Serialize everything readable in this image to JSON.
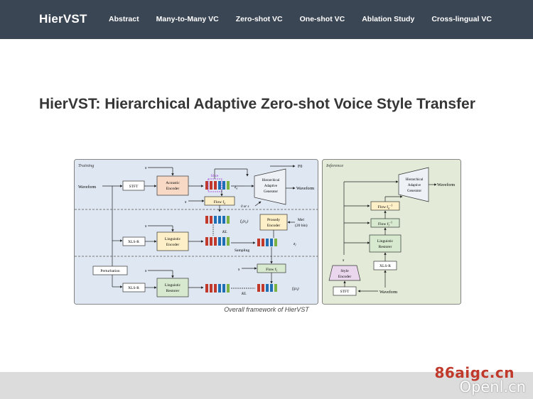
{
  "nav": {
    "brand": "HierVST",
    "items": [
      "Abstract",
      "Many-to-Many VC",
      "Zero-shot VC",
      "One-shot VC",
      "Ablation Study",
      "Cross-lingual VC"
    ]
  },
  "main": {
    "title": "HierVST: Hierarchical Adaptive Zero-shot Voice Style Transfer",
    "caption": "Overall framework of HierVST"
  },
  "figure": {
    "training_label": "Training",
    "inference_label": "Inference",
    "waveform": "Waveform",
    "stft": "STFT",
    "acoustic_encoder": [
      "Acoustic",
      "Encoder"
    ],
    "slice": "Slice",
    "za": "z",
    "za_sub": "a",
    "f0": "F0",
    "generator": [
      "Hierarchical",
      "Adaptive",
      "Generator"
    ],
    "waveform_out": "Waveform",
    "s": "s",
    "flow_fa": "Flow f",
    "flow_fa_sub": "a",
    "zero_or_s": "0 or s",
    "fa_za": "f",
    "fa_za_rest": "(z",
    "fa_za_sub": "a",
    "fa_za_end": ")",
    "prosody_encoder": [
      "Prosody",
      "Encoder"
    ],
    "mel": [
      "Mel",
      "(20 bin)"
    ],
    "kl": "KL",
    "xlsr": "XLS-R",
    "linguistic_encoder": [
      "Linguistic",
      "Encoder"
    ],
    "sampling": "Sampling",
    "zl": "z",
    "zl_sub": "l",
    "flow_fl": "Flow f",
    "flow_fl_sub": "l",
    "perturbation": "Perturbation",
    "linguistic_restorer": [
      "Linguistic",
      "Restorer"
    ],
    "fl_zl": "f",
    "fl_zl_rest": "(z",
    "fl_zl_sub": "l",
    "fl_zl_end": ")",
    "inv_flow_fa": "Flow f",
    "inv_flow_fa_sub": "a",
    "inv_flow_fl": "Flow f",
    "inv_flow_fl_sub": "l",
    "inv_sup": "−1",
    "style_encoder": [
      "Style",
      "Encoder"
    ],
    "colors": {
      "training_bg": "#dfe7f2",
      "inference_bg": "#e3ebd8",
      "acoustic": "#f7d9c6",
      "flow": "#fdefc7",
      "prosody": "#fdefc7",
      "linguistic_enc": "#fdefc7",
      "linguistic_res": "#d7ead0",
      "flow_l": "#d7ead0",
      "style": "#ead7ee",
      "red": "#c0392b",
      "blue": "#1f6fb5",
      "green": "#7cb342",
      "slice": "#9b30d9"
    }
  }
}
